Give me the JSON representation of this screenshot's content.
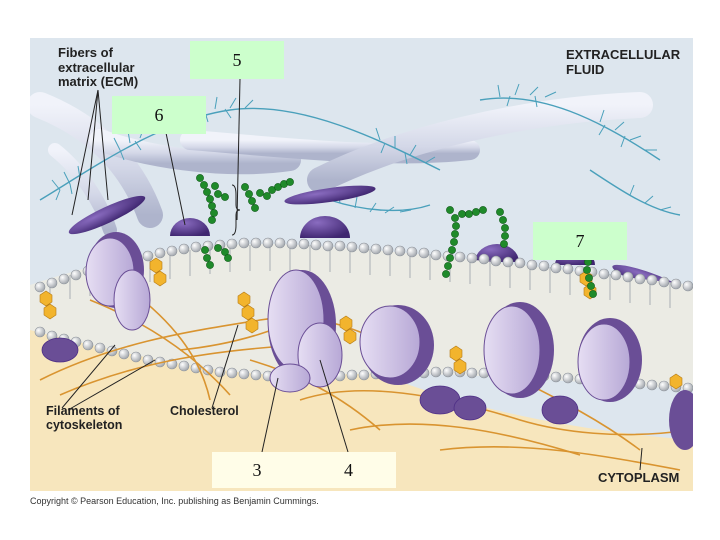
{
  "labels": {
    "ecm": "Fibers of\nextracellular\nmatrix (ECM)",
    "extracellular_fluid": "EXTRACELLULAR\nFLUID",
    "filaments": "Filaments of\ncytoskeleton",
    "cholesterol": "Cholesterol",
    "cytoplasm": "CYTOPLASM"
  },
  "numbers": {
    "n5": "5",
    "n6": "6",
    "n7": "7",
    "n3": "3",
    "n4": "4"
  },
  "copyright": "Copyright © Pearson Education, Inc. publishing as Benjamin Cummings.",
  "colors": {
    "extracellular": "#dde6ee",
    "cytoplasm": "#f7e6bd",
    "lipid_head": "#c9cdd3",
    "protein_light": "#c9bde3",
    "protein_dark": "#6a4e96",
    "glycoprotein": "#4e2f86",
    "carbohydrate": "#1f8a2a",
    "ecm_fiber": "#d8dcea",
    "filament": "#d99430",
    "cholesterol": "#f2b42d",
    "number_box_green": "#ccffcc",
    "number_box_cream": "#fffde8"
  }
}
